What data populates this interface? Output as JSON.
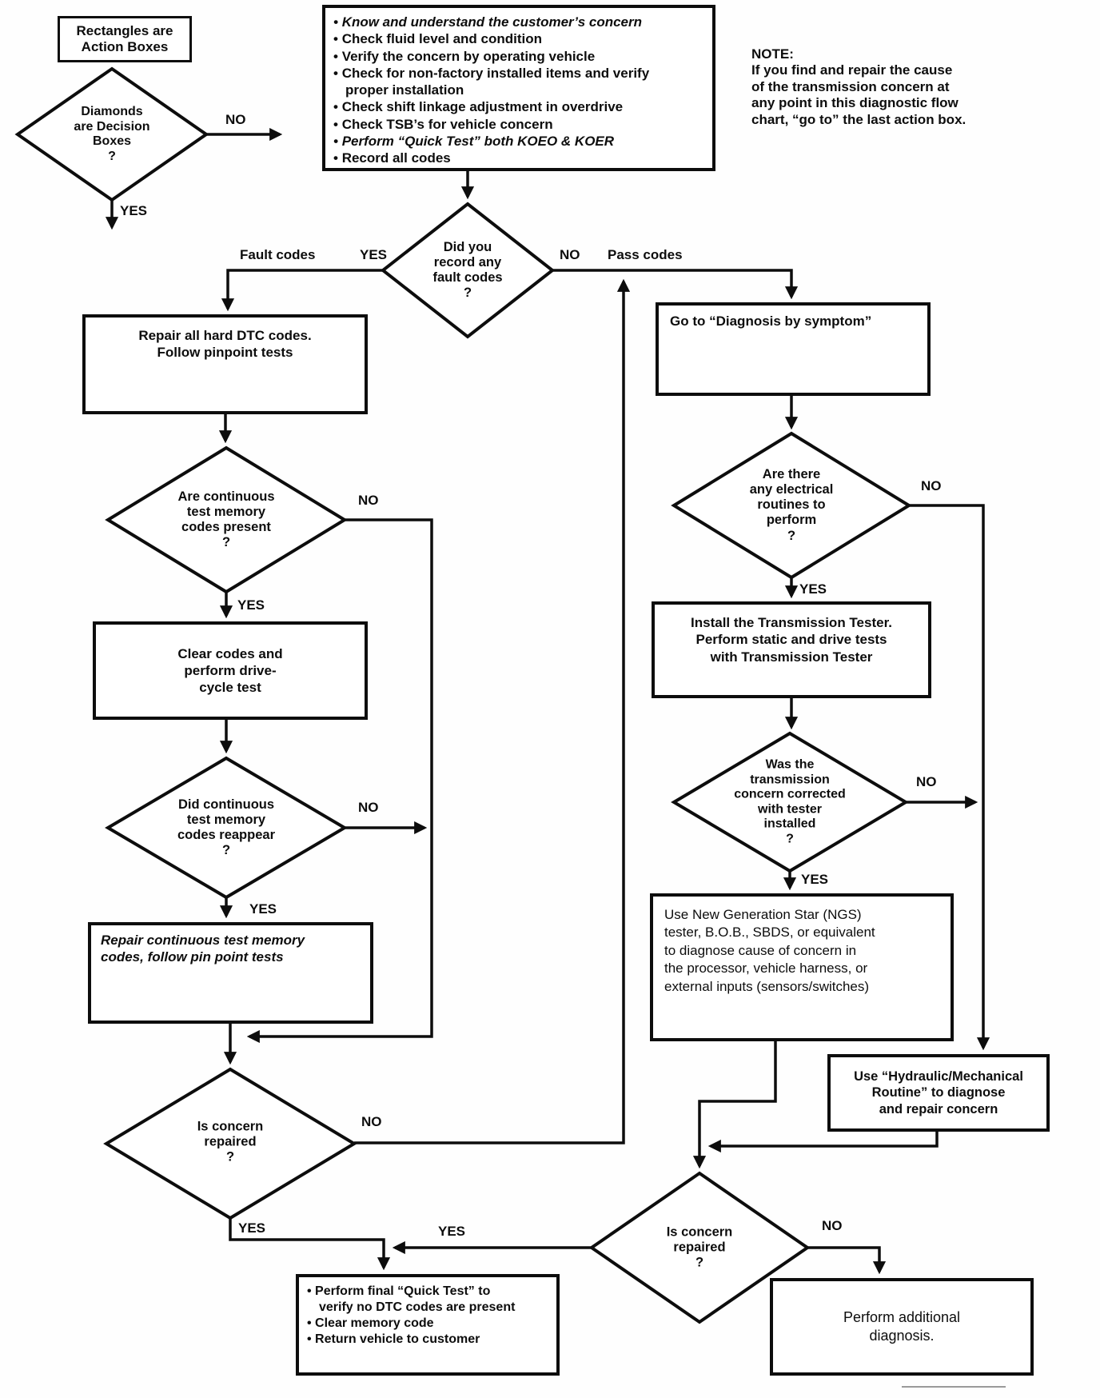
{
  "legend": {
    "rectangles": "Rectangles are\nAction Boxes",
    "diamonds": "Diamonds\nare Decision\nBoxes\n?",
    "no": "NO",
    "yes": "YES"
  },
  "note": {
    "title": "NOTE:",
    "body": "If you find and repair the cause\nof the transmission concern at\nany point in this diagnostic flow\nchart, “go to” the last action box."
  },
  "start": {
    "items": [
      "Know and understand the customer’s concern",
      "Check fluid level and condition",
      "Verify the concern by operating vehicle",
      "Check for non-factory installed items and verify\nproper installation",
      "Check shift linkage adjustment in overdrive",
      "Check TSB’s for vehicle concern",
      "Perform “Quick Test” both KOEO & KOER",
      "Record all codes"
    ]
  },
  "decisions": {
    "record_fault": {
      "text": "Did you\nrecord any\nfault codes\n?",
      "yes": "YES",
      "no": "NO",
      "yes_branch": "Fault codes",
      "no_branch": "Pass codes"
    },
    "continuous_present": {
      "text": "Are continuous\ntest memory\ncodes present\n?",
      "yes": "YES",
      "no": "NO"
    },
    "codes_reappear": {
      "text": "Did continuous\ntest memory\ncodes reappear\n?",
      "yes": "YES",
      "no": "NO"
    },
    "repaired_left": {
      "text": "Is concern\nrepaired\n?",
      "yes": "YES",
      "no": "NO"
    },
    "electrical": {
      "text": "Are there\nany electrical\nroutines to\nperform\n?",
      "yes": "YES",
      "no": "NO"
    },
    "corrected": {
      "text": "Was the\ntransmission\nconcern corrected\nwith tester\ninstalled\n?",
      "yes": "YES",
      "no": "NO"
    },
    "repaired_bottom": {
      "text": "Is concern\nrepaired\n?",
      "yes": "YES",
      "no": "NO"
    }
  },
  "actions": {
    "repair_hard": "Repair all hard DTC codes.\nFollow pinpoint tests",
    "clear_codes": "Clear codes and\nperform drive-\ncycle test",
    "repair_continuous": "Repair continuous test memory\ncodes, follow pin point tests",
    "go_to_diagnosis": "Go to “Diagnosis by symptom”",
    "install_tester": "Install the Transmission Tester.\nPerform static and drive tests\nwith Transmission Tester",
    "ngs": "Use New Generation Star (NGS)\ntester, B.O.B., SBDS, or equivalent\nto diagnose cause of concern in\nthe processor, vehicle harness, or\nexternal inputs (sensors/switches)",
    "hydraulic": "Use “Hydraulic/Mechanical\nRoutine” to diagnose\nand repair concern",
    "additional": "Perform additional\ndiagnosis.",
    "final": {
      "items": [
        "Perform final “Quick Test” to\nverify no DTC codes are present",
        "Clear memory code",
        "Return vehicle to customer"
      ]
    }
  }
}
